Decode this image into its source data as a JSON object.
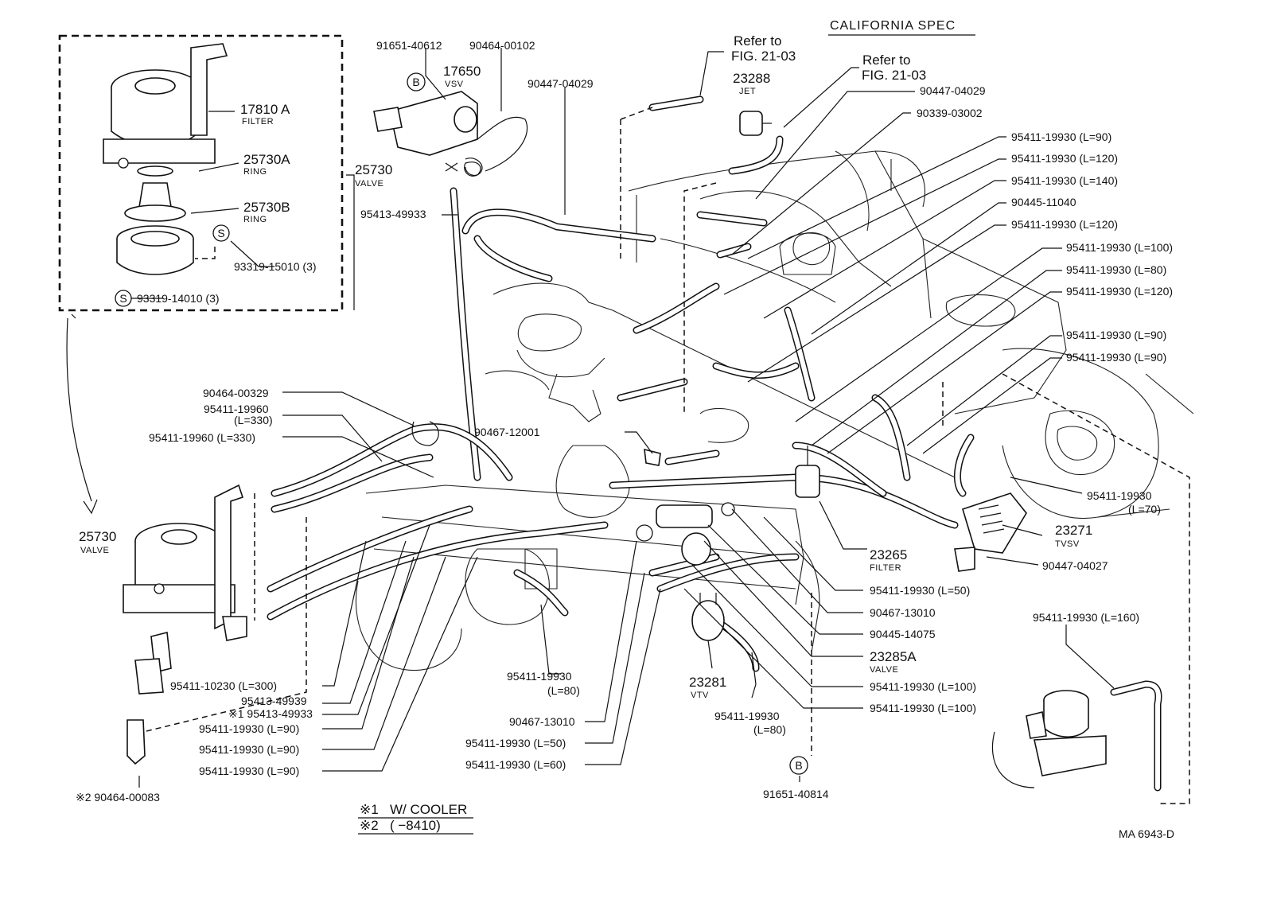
{
  "header": {
    "spec": "CALIFORNIA SPEC",
    "drawing_no": "MA  6943-D"
  },
  "footnotes": [
    {
      "mark": "※1",
      "text": "W/ COOLER"
    },
    {
      "mark": "※2",
      "text": "(      −8410)"
    }
  ],
  "markers": {
    "s": "S",
    "b": "B"
  },
  "labels": [
    {
      "id": "l01",
      "text": "91651-40612"
    },
    {
      "id": "l02",
      "text": "90464-00102"
    },
    {
      "id": "l03",
      "text": "17650"
    },
    {
      "id": "l04",
      "text": "VSV"
    },
    {
      "id": "l05",
      "text": "90447-04029"
    },
    {
      "id": "l06",
      "text": "95413-49933"
    },
    {
      "id": "l07",
      "text": "Refer to"
    },
    {
      "id": "l08",
      "text": "FIG. 21-03"
    },
    {
      "id": "l09",
      "text": "23288"
    },
    {
      "id": "l10",
      "text": "JET"
    },
    {
      "id": "l11",
      "text": "Refer to"
    },
    {
      "id": "l12",
      "text": "FIG. 21-03"
    },
    {
      "id": "l13",
      "text": "90447-04029"
    },
    {
      "id": "l14",
      "text": "90339-03002"
    },
    {
      "id": "l15",
      "text": "95411-19930 (L=90)"
    },
    {
      "id": "l16",
      "text": "95411-19930 (L=120)"
    },
    {
      "id": "l17",
      "text": "95411-19930 (L=140)"
    },
    {
      "id": "l18",
      "text": "90445-11040"
    },
    {
      "id": "l19",
      "text": "95411-19930 (L=120)"
    },
    {
      "id": "l20",
      "text": "95411-19930 (L=100)"
    },
    {
      "id": "l21",
      "text": "95411-19930 (L=80)"
    },
    {
      "id": "l22",
      "text": "95411-19930 (L=120)"
    },
    {
      "id": "l23",
      "text": "95411-19930 (L=90)"
    },
    {
      "id": "l24",
      "text": "95411-19930 (L=90)"
    },
    {
      "id": "l25",
      "text": "95411-19930"
    },
    {
      "id": "l26",
      "text": "(L=70)"
    },
    {
      "id": "l27",
      "text": "23271"
    },
    {
      "id": "l28",
      "text": "TVSV"
    },
    {
      "id": "l29",
      "text": "90447-04027"
    },
    {
      "id": "l30",
      "text": "23265"
    },
    {
      "id": "l31",
      "text": "FILTER"
    },
    {
      "id": "l32",
      "text": "95411-19930 (L=50)"
    },
    {
      "id": "l33",
      "text": "90467-13010"
    },
    {
      "id": "l34",
      "text": "90445-14075"
    },
    {
      "id": "l35",
      "text": "23285A"
    },
    {
      "id": "l36",
      "text": "VALVE"
    },
    {
      "id": "l37",
      "text": "95411-19930 (L=100)"
    },
    {
      "id": "l38",
      "text": "95411-19930 (L=100)"
    },
    {
      "id": "l39",
      "text": "95411-19930 (L=160)"
    },
    {
      "id": "l40",
      "text": "17810 A"
    },
    {
      "id": "l41",
      "text": "FILTER"
    },
    {
      "id": "l42",
      "text": "25730A"
    },
    {
      "id": "l43",
      "text": "RING"
    },
    {
      "id": "l44",
      "text": "25730B"
    },
    {
      "id": "l45",
      "text": "RING"
    },
    {
      "id": "l46",
      "text": "25730"
    },
    {
      "id": "l47",
      "text": "VALVE"
    },
    {
      "id": "l48",
      "text": "93319-15010 (3)"
    },
    {
      "id": "l49",
      "text": "93319-14010 (3)"
    },
    {
      "id": "l50",
      "text": "90464-00329"
    },
    {
      "id": "l51",
      "text": "95411-19960"
    },
    {
      "id": "l52",
      "text": "(L=330)"
    },
    {
      "id": "l53",
      "text": "95411-19960  (L=330)"
    },
    {
      "id": "l54",
      "text": "90467-12001"
    },
    {
      "id": "l55",
      "text": "25730"
    },
    {
      "id": "l56",
      "text": "VALVE"
    },
    {
      "id": "l57",
      "text": "95411-10230 (L=300)"
    },
    {
      "id": "l58",
      "text": "95413-49939"
    },
    {
      "id": "l59",
      "text": "※1 95413-49933"
    },
    {
      "id": "l60",
      "text": "95411-19930 (L=90)"
    },
    {
      "id": "l61",
      "text": "95411-19930 (L=90)"
    },
    {
      "id": "l62",
      "text": "95411-19930 (L=90)"
    },
    {
      "id": "l63",
      "text": "95411-19930"
    },
    {
      "id": "l64",
      "text": "(L=80)"
    },
    {
      "id": "l65",
      "text": "90467-13010"
    },
    {
      "id": "l66",
      "text": "95411-19930 (L=50)"
    },
    {
      "id": "l67",
      "text": "95411-19930 (L=60)"
    },
    {
      "id": "l68",
      "text": "23281"
    },
    {
      "id": "l69",
      "text": "VTV"
    },
    {
      "id": "l70",
      "text": "95411-19930"
    },
    {
      "id": "l71",
      "text": "(L=80)"
    },
    {
      "id": "l72",
      "text": "91651-40814"
    },
    {
      "id": "l73",
      "text": "※2 90464-00083"
    }
  ]
}
